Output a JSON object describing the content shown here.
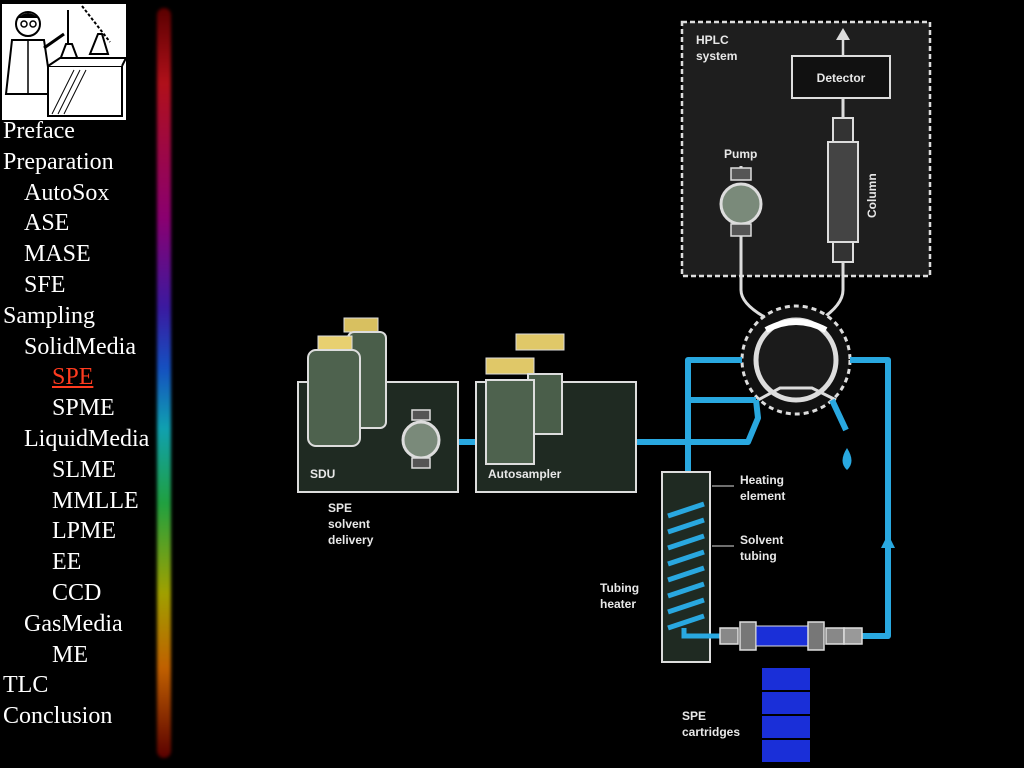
{
  "nav": [
    {
      "label": "Preface",
      "level": 0
    },
    {
      "label": "Preparation",
      "level": 0
    },
    {
      "label": "AutoSox",
      "level": 1
    },
    {
      "label": "ASE",
      "level": 1
    },
    {
      "label": "MASE",
      "level": 1
    },
    {
      "label": "SFE",
      "level": 1
    },
    {
      "label": "Sampling",
      "level": 0
    },
    {
      "label": "SolidMedia",
      "level": 1
    },
    {
      "label": "SPE",
      "level": 2,
      "active": true
    },
    {
      "label": "SPME",
      "level": 2
    },
    {
      "label": "LiquidMedia",
      "level": 1
    },
    {
      "label": "SLME",
      "level": 2
    },
    {
      "label": "MMLLE",
      "level": 2
    },
    {
      "label": "LPME",
      "level": 2
    },
    {
      "label": "EE",
      "level": 2
    },
    {
      "label": "CCD",
      "level": 2
    },
    {
      "label": "GasMedia",
      "level": 1
    },
    {
      "label": "ME",
      "level": 2
    },
    {
      "label": "TLC",
      "level": 0
    },
    {
      "label": "Conclusion",
      "level": 0
    }
  ],
  "diagram": {
    "hplc_system": [
      "HPLC",
      "system"
    ],
    "detector": "Detector",
    "pump": "Pump",
    "column": "Column",
    "sdu": "SDU",
    "autosampler": "Autosampler",
    "spe_solvent_delivery": [
      "SPE",
      "solvent",
      "delivery"
    ],
    "heating_element": [
      "Heating",
      "element"
    ],
    "solvent_tubing": [
      "Solvent",
      "tubing"
    ],
    "tubing_heater": [
      "Tubing",
      "heater"
    ],
    "spe_cartridges": [
      "SPE",
      "cartridges"
    ]
  },
  "colors": {
    "active_nav": "#ff3b1f",
    "tubing": "#29a8e0",
    "cartridge": "#1a2fd8"
  }
}
